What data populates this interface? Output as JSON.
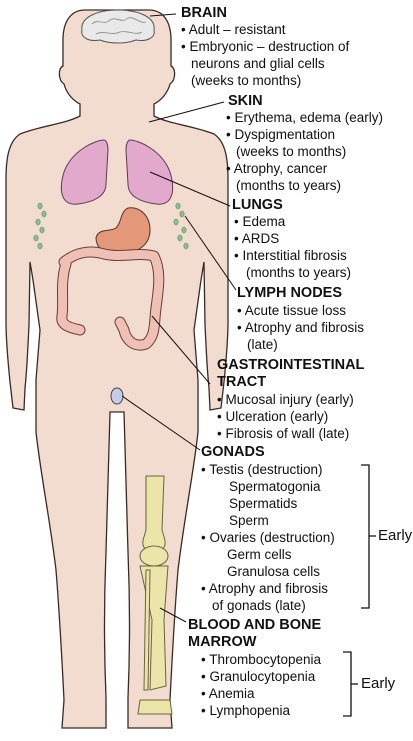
{
  "colors": {
    "skin": "#f2dcd0",
    "skin_outline": "#3a2a26",
    "lung": "#e2a9cd",
    "stomach": "#e4987a",
    "intestine": "#efc0b5",
    "bone": "#ebe5a9",
    "brain": "#e9e9e9",
    "lymph_node": "#8cc08a",
    "gonad": "#c6cce8"
  },
  "sections": {
    "brain": {
      "title": "BRAIN",
      "items": [
        "• Adult – resistant",
        "• Embryonic – destruction of",
        "neurons and glial cells",
        "(weeks to months)"
      ]
    },
    "skin": {
      "title": "SKIN",
      "items": [
        "• Erythema, edema (early)",
        "• Dyspigmentation",
        "(weeks to months)",
        "• Atrophy, cancer",
        "(months to years)"
      ]
    },
    "lungs": {
      "title": "LUNGS",
      "items": [
        "• Edema",
        "• ARDS",
        "• Interstitial fibrosis",
        "(months to years)"
      ]
    },
    "lymph_nodes": {
      "title": "LYMPH NODES",
      "items": [
        "• Acute tissue loss",
        "• Atrophy and fibrosis",
        "(late)"
      ]
    },
    "gi_tract": {
      "title_line1": "GASTROINTESTINAL",
      "title_line2": "TRACT",
      "items": [
        "• Mucosal injury (early)",
        "• Ulceration (early)",
        "• Fibrosis of wall (late)"
      ]
    },
    "gonads": {
      "title": "GONADS",
      "items": [
        "• Testis (destruction)",
        "Spermatogonia",
        "Spermatids",
        "Sperm",
        "• Ovaries (destruction)",
        "Germ cells",
        "Granulosa cells",
        "• Atrophy and fibrosis",
        "of gonads (late)"
      ],
      "bracket_label": "Early"
    },
    "blood": {
      "title_line1": "BLOOD AND BONE",
      "title_line2": "MARROW",
      "items": [
        "• Thrombocytopenia",
        "• Granulocytopenia",
        "• Anemia",
        "• Lymphopenia"
      ],
      "bracket_label": "Early"
    }
  }
}
